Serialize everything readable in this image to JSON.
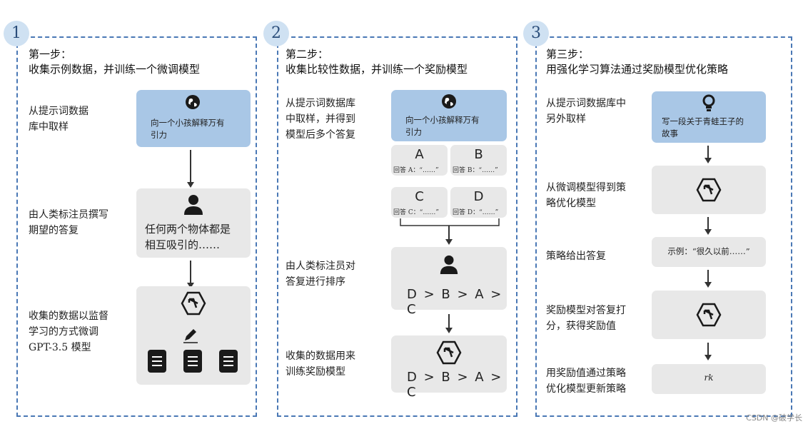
{
  "steps": [
    {
      "num": "1",
      "title_line1": "第一步：",
      "title_line2": "收集示例数据，并训练一个微调模型",
      "sample_label": "从提示词数据\n库中取样",
      "prompt": "向一个小孩解释万有\n引力",
      "labeler_label": "由人类标注员撰写\n期望的答复",
      "answer": "任何两个物体都是\n相互吸引的……",
      "collect_label": "收集的数据以监督\n学习的方式微调\nGPT-3.5 模型"
    },
    {
      "num": "2",
      "title_line1": "第二步：",
      "title_line2": "收集比较性数据，并训练一个奖励模型",
      "sample_label": "从提示词数据库\n中取样，并得到\n模型后多个答复",
      "prompt": "向一个小孩解释万有\n引力",
      "answers": [
        {
          "letter": "A",
          "text": "回答 A：“……”"
        },
        {
          "letter": "B",
          "text": "回答 B：“……”"
        },
        {
          "letter": "C",
          "text": "回答 C：“……”"
        },
        {
          "letter": "D",
          "text": "回答 D：“……”"
        }
      ],
      "rank_label": "由人类标注员对\n答复进行排序",
      "ranking": "D > B > A > C",
      "train_label": "收集的数据用来\n训练奖励模型",
      "ranking2": "D > B > A > C"
    },
    {
      "num": "3",
      "title_line1": "第三步：",
      "title_line2": "用强化学习算法通过奖励模型优化策略",
      "sample_label": "从提示词数据库中\n另外取样",
      "prompt": "写一段关于青蛙王子的\n故事",
      "policy_label": "从微调模型得到策\n略优化模型",
      "output_label": "策略给出答复",
      "output_example": "示例：“很久以前……”",
      "reward_label": "奖励模型对答复打\n分，获得奖励值",
      "update_label": "用奖励值通过策略\n优化模型更新策略",
      "reward_symbol": "rk"
    }
  ],
  "watermark": "CSDN @破学长",
  "colors": {
    "border": "#4a78b5",
    "prompt_box": "#a9c7e6",
    "gray_box": "#e8e8e8",
    "number_circle": "#cfe1f2"
  }
}
